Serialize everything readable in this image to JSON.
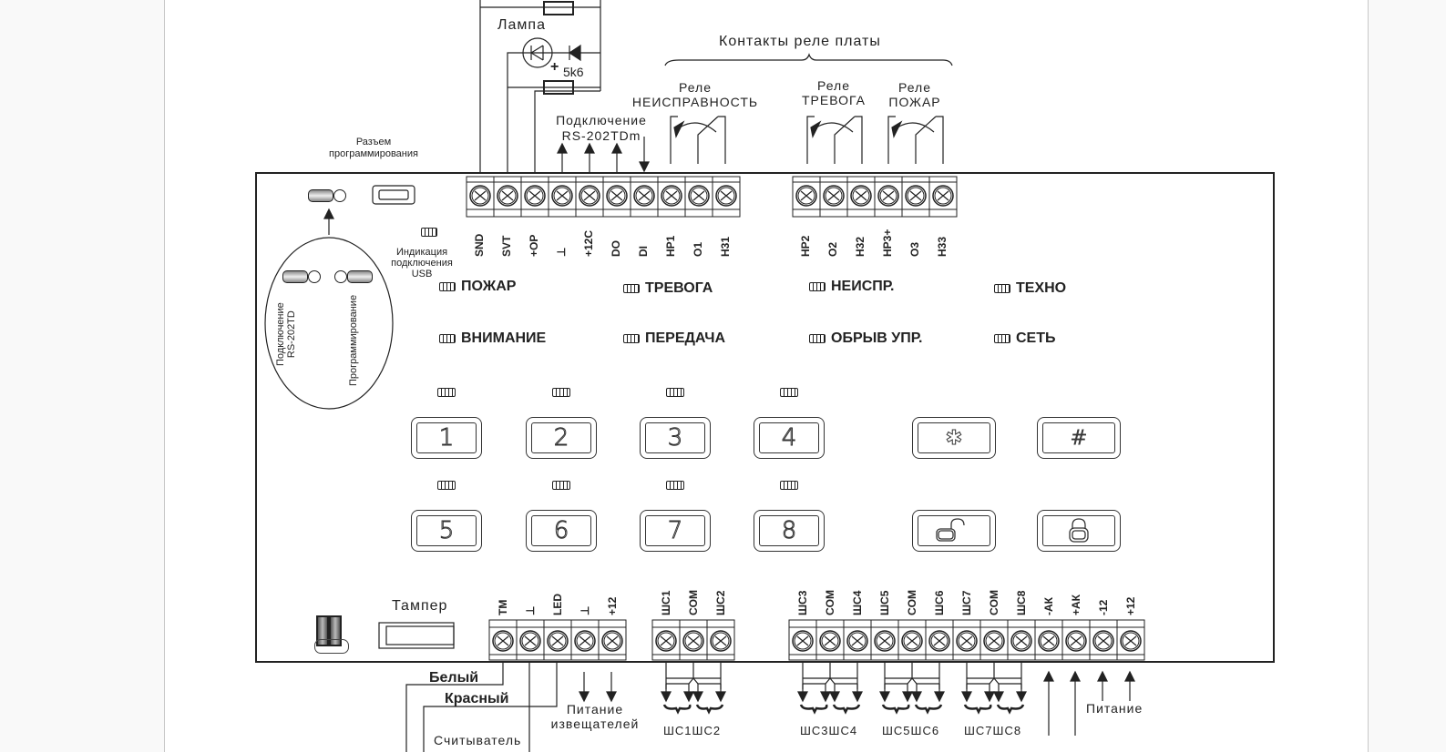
{
  "diagram": {
    "top_labels": {
      "lamp": "Лампа",
      "resistor_value": "5k6",
      "plus_sign": "+",
      "relay_contacts_title": "Контакты реле платы",
      "relay_fault": [
        "Реле",
        "НЕИСПРАВНОСТЬ"
      ],
      "relay_alarm": [
        "Реле",
        "ТРЕВОГА"
      ],
      "relay_fire": [
        "Реле",
        "ПОЖАР"
      ],
      "rs_connection": [
        "Подключение",
        "RS-202TDm"
      ],
      "prog_connector": [
        "Разъем",
        "программирования"
      ],
      "usb_indication": [
        "Индикация",
        "подключения",
        "USB"
      ]
    },
    "jumper_oval": {
      "left_label": [
        "Подключение",
        "RS-202TD"
      ],
      "right_label": "Программирование"
    },
    "top_terminals_left": [
      "SND",
      "SVT",
      "+OP",
      "⊥",
      "+12C",
      "DO",
      "DI",
      "HP1",
      "O1",
      "H31"
    ],
    "top_terminals_right": [
      "HP2",
      "O2",
      "H32",
      "HP3+",
      "O3",
      "H33"
    ],
    "indicators": [
      {
        "label": "ПОЖАР"
      },
      {
        "label": "ТРЕВОГА"
      },
      {
        "label": "НЕИСПР."
      },
      {
        "label": "ТЕХНО"
      },
      {
        "label": "ВНИМАНИЕ"
      },
      {
        "label": "ПЕРЕДАЧА"
      },
      {
        "label": "ОБРЫВ УПР."
      },
      {
        "label": "СЕТЬ"
      }
    ],
    "keys_numeric": [
      "1",
      "2",
      "3",
      "4",
      "5",
      "6",
      "7",
      "8"
    ],
    "keys_special": [
      {
        "label": "✱",
        "icon": "asterisk-icon"
      },
      {
        "label": "#",
        "icon": "hash-icon"
      },
      {
        "label": "",
        "icon": "unlock-icon"
      },
      {
        "label": "",
        "icon": "lock-icon"
      }
    ],
    "tamper_label": "Тампер",
    "bottom_terminals_a": [
      "TM",
      "⊥",
      "LED",
      "⊥",
      "+12"
    ],
    "bottom_terminals_b": [
      "ШС1",
      "COM",
      "ШС2"
    ],
    "bottom_terminals_c": [
      "ШС3",
      "COM",
      "ШС4",
      "ШС5",
      "COM",
      "ШС6",
      "ШС7",
      "COM",
      "ШС8",
      "-АК",
      "+АК",
      "-12",
      "+12"
    ],
    "bottom_labels": {
      "white": "Белый",
      "red": "Красный",
      "reader": "Считыватель",
      "detector_power": [
        "Питание",
        "извещателей"
      ],
      "zones_12": "ШС1ШС2",
      "zones_34": "ШС3ШС4",
      "zones_56": "ШС5ШС6",
      "zones_78": "ШС7ШС8",
      "power": "Питание"
    }
  }
}
